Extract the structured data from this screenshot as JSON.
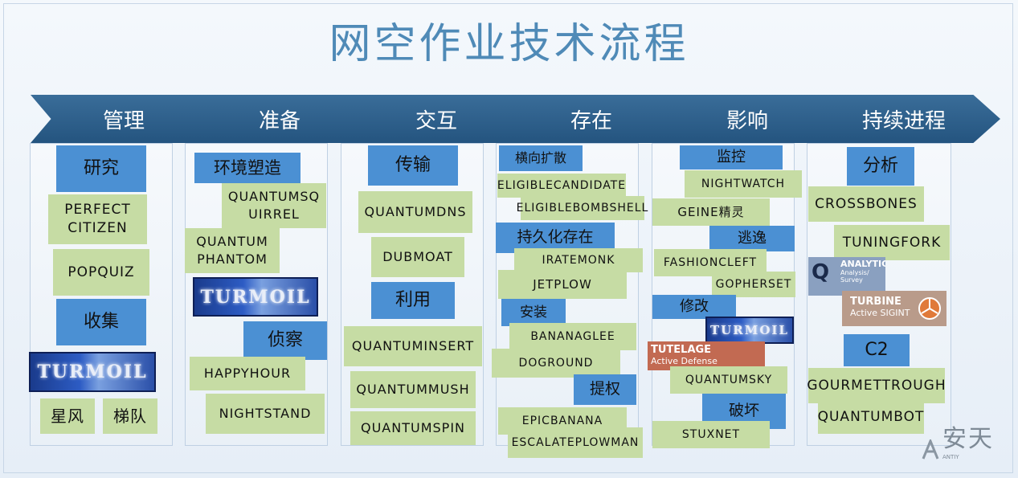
{
  "title": "网空作业技术流程",
  "stages": [
    {
      "label": "管理"
    },
    {
      "label": "准备"
    },
    {
      "label": "交互"
    },
    {
      "label": "存在"
    },
    {
      "label": "影响"
    },
    {
      "label": "持续进程"
    }
  ],
  "col1": {
    "research": "研究",
    "perfect_1": "PERFECT",
    "perfect_2": "CITIZEN",
    "popquiz": "POPQUIZ",
    "collect": "收集",
    "turmoil": "TURMOIL",
    "xingfeng": "星风",
    "tidui": "梯队"
  },
  "col2": {
    "env": "环境塑造",
    "qsq_1": "QUANTUMSQ",
    "qsq_2": "UIRREL",
    "qp_1": "QUANTUM",
    "qp_2": "PHANTOM",
    "turmoil": "TURMOIL",
    "recon": "侦察",
    "happyhour": "HAPPYHOUR",
    "nightstand": "NIGHTSTAND"
  },
  "col3": {
    "transfer": "传输",
    "qdns": "QUANTUMDNS",
    "dubmoat": "DUBMOAT",
    "exploit": "利用",
    "qinsert": "QUANTUMINSERT",
    "qmush": "QUANTUMMUSH",
    "qspin": "QUANTUMSPIN"
  },
  "col4": {
    "lateral": "横向扩散",
    "elig_cand": "ELIGIBLECANDIDATE",
    "elig_bomb": "ELIGIBLEBOMBSHELL",
    "persist": "持久化存在",
    "iratemonk": "IRATEMONK",
    "jetplow": "JETPLOW",
    "install": "安装",
    "bananaglee": "BANANAGLEE",
    "doground": "DOGROUND",
    "privesc": "提权",
    "epicbanana": "EPICBANANA",
    "escalateplowman": "ESCALATEPLOWMAN"
  },
  "col5": {
    "monitor": "监控",
    "nightwatch": "NIGHTWATCH",
    "geine": "GEINE精灵",
    "escape": "逃逸",
    "fashioncleft": "FASHIONCLEFT",
    "gopherset": "GOPHERSET",
    "modify": "修改",
    "turmoil": "TURMOIL",
    "tutelage": "TUTELAGE",
    "tutelage_sub": "Active Defense",
    "quantumsky": "QUANTUMSKY",
    "destroy": "破坏",
    "stuxnet": "STUXNET"
  },
  "col6": {
    "analysis": "分析",
    "crossbones": "CROSSBONES",
    "tuningfork": "TUNINGFORK",
    "analytics": "ANALYTICS",
    "analytics_sub": "Analysis/ Survey",
    "turbine": "TURBINE",
    "turbine_sub": "Active SIGINT",
    "c2": "C2",
    "gourmettrough": "GOURMETTROUGH",
    "quantumbot": "QUANTUMBOT"
  },
  "watermark": {
    "brand": "安天",
    "small": "ANTIY"
  },
  "colors": {
    "chevron": "#2f5f8c",
    "blue_box": "#4b90d3",
    "green_box": "#c6dca4",
    "title": "#4f8ab7"
  }
}
